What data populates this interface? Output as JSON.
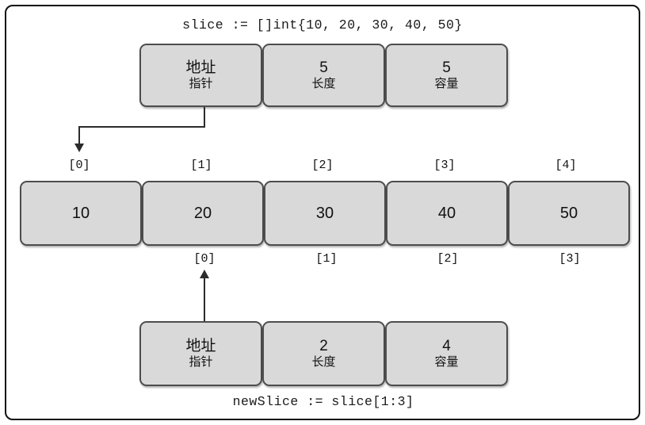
{
  "diagram": {
    "title_code": "slice := []int{10, 20, 30, 40, 50}",
    "caption_code": "newSlice := slice[1:3]",
    "colors": {
      "box_fill": "#d9d9d9",
      "box_border": "#4d4d4d",
      "frame_border": "#111111",
      "line": "#2b2b2b",
      "text": "#111111",
      "background": "#ffffff"
    }
  },
  "slice_header": {
    "fields": [
      {
        "value": "地址",
        "label": "指针"
      },
      {
        "value": "5",
        "label": "长度"
      },
      {
        "value": "5",
        "label": "容量"
      }
    ]
  },
  "array": {
    "top_indices": [
      "[0]",
      "[1]",
      "[2]",
      "[3]",
      "[4]"
    ],
    "values": [
      "10",
      "20",
      "30",
      "40",
      "50"
    ],
    "bottom_indices": [
      "[0]",
      "[1]",
      "[2]",
      "[3]"
    ]
  },
  "newslice_header": {
    "fields": [
      {
        "value": "地址",
        "label": "指针"
      },
      {
        "value": "2",
        "label": "长度"
      },
      {
        "value": "4",
        "label": "容量"
      }
    ]
  }
}
